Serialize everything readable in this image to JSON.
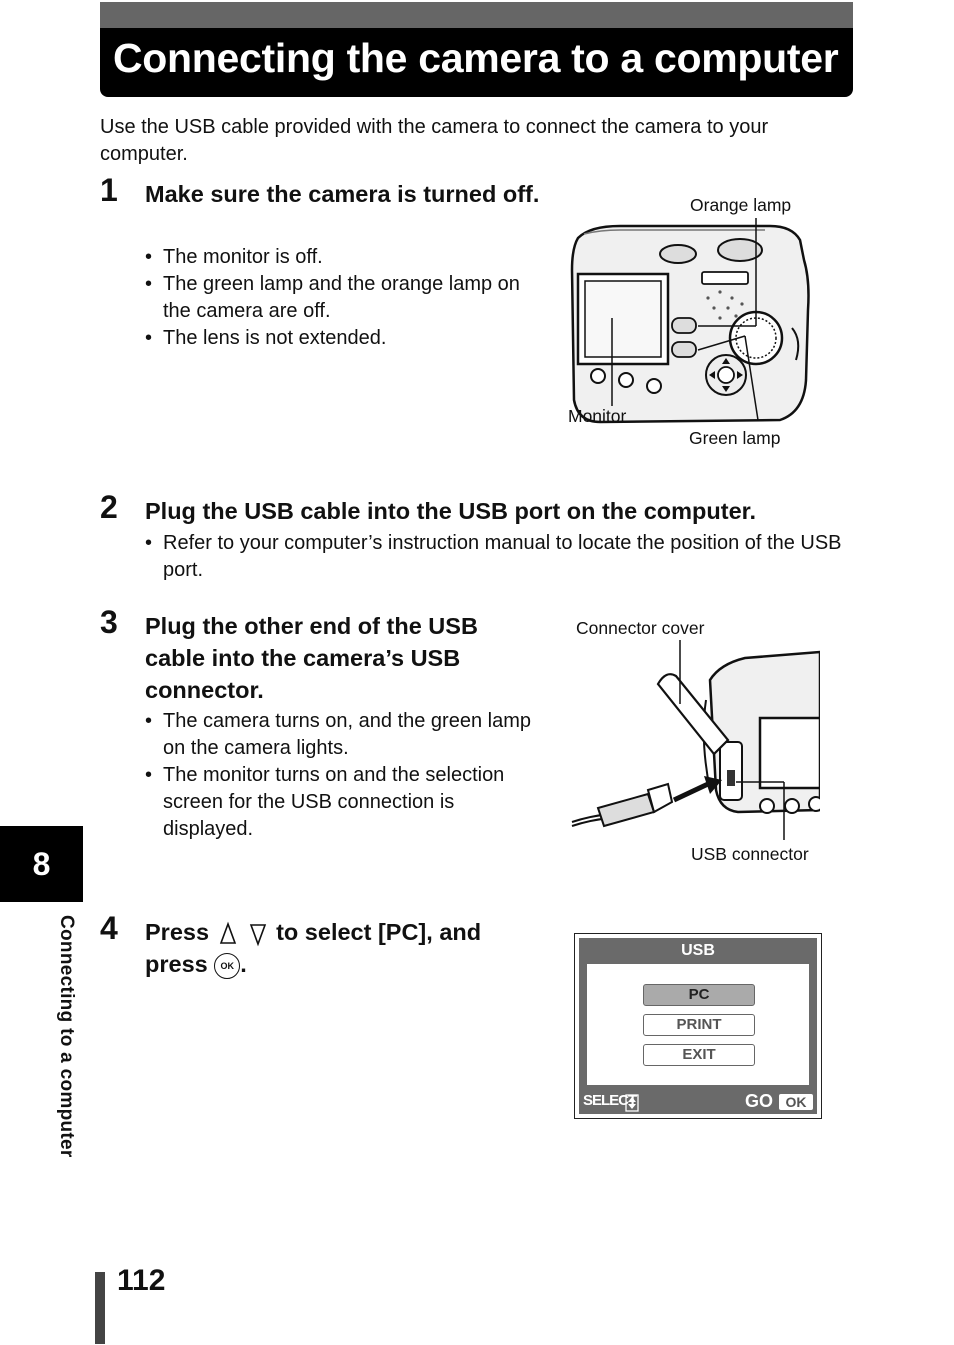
{
  "page_title": "Connecting the camera to a computer",
  "intro": "Use the USB cable provided with the camera to connect the camera to your computer.",
  "steps": [
    {
      "number": "1",
      "heading": "Make sure the camera is turned off.",
      "bullets": [
        "The monitor is off.",
        "The green lamp and the orange lamp on the camera are off.",
        "The lens is not extended."
      ]
    },
    {
      "number": "2",
      "heading": "Plug the USB cable into the USB port on the computer.",
      "bullets": [
        "Refer to your computer’s instruction manual to locate the position of the USB port."
      ]
    },
    {
      "number": "3",
      "heading": "Plug the other end of the USB cable into the camera’s USB connector.",
      "bullets": [
        "The camera turns on, and the green lamp on the camera lights.",
        "The monitor turns on and the selection screen for the USB connection is displayed."
      ]
    },
    {
      "number": "4",
      "heading_press": "Press",
      "heading_mid": "to select [PC], and",
      "heading_press2": "press",
      "heading_end": "."
    }
  ],
  "figure1": {
    "orange_lamp": "Orange lamp",
    "monitor": "Monitor",
    "green_lamp": "Green lamp"
  },
  "figure2": {
    "connector_cover": "Connector cover",
    "usb_connector": "USB connector"
  },
  "usb_screen": {
    "title": "USB",
    "options": [
      "PC",
      "PRINT",
      "EXIT"
    ],
    "select_label": "SELECT",
    "go_label": "GO",
    "ok_label": "OK"
  },
  "ok_button_label": "OK",
  "chapter_tab": {
    "number": "8",
    "label": "Connecting to a computer"
  },
  "page_number": "112"
}
